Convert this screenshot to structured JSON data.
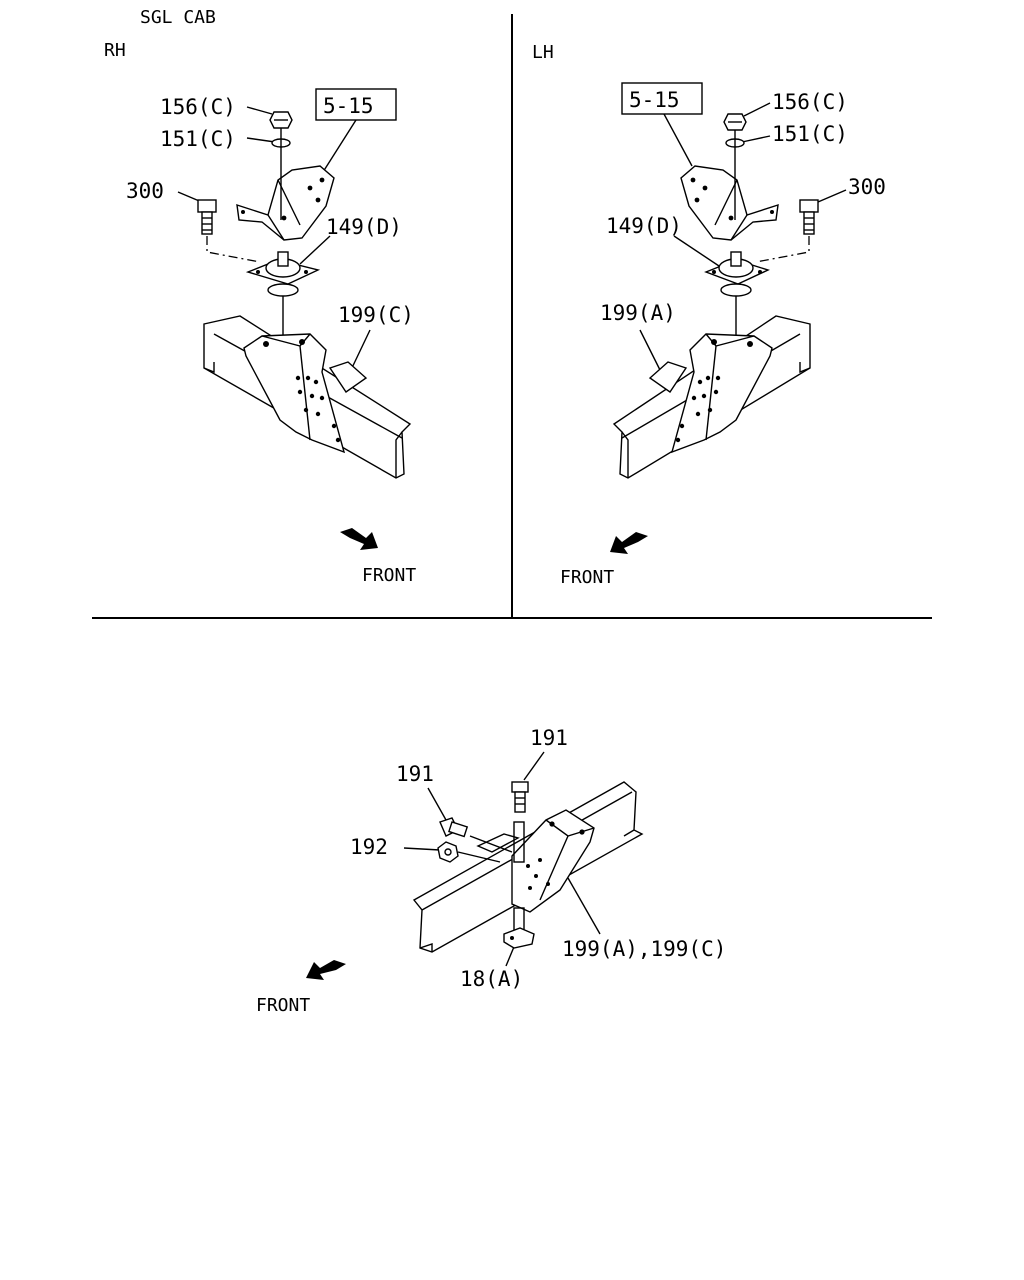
{
  "title": "SGL CAB",
  "panels": {
    "rh": {
      "side": "RH",
      "ref_box": "5-15",
      "callouts": [
        "156(C)",
        "151(C)",
        "300",
        "149(D)",
        "199(C)"
      ],
      "front": "FRONT"
    },
    "lh": {
      "side": "LH",
      "ref_box": "5-15",
      "callouts": [
        "156(C)",
        "151(C)",
        "300",
        "149(D)",
        "199(A)"
      ],
      "front": "FRONT"
    },
    "bottom": {
      "callouts": [
        "191",
        "191",
        "192",
        "199(A),199(C)",
        "18(A)"
      ],
      "front": "FRONT"
    }
  }
}
